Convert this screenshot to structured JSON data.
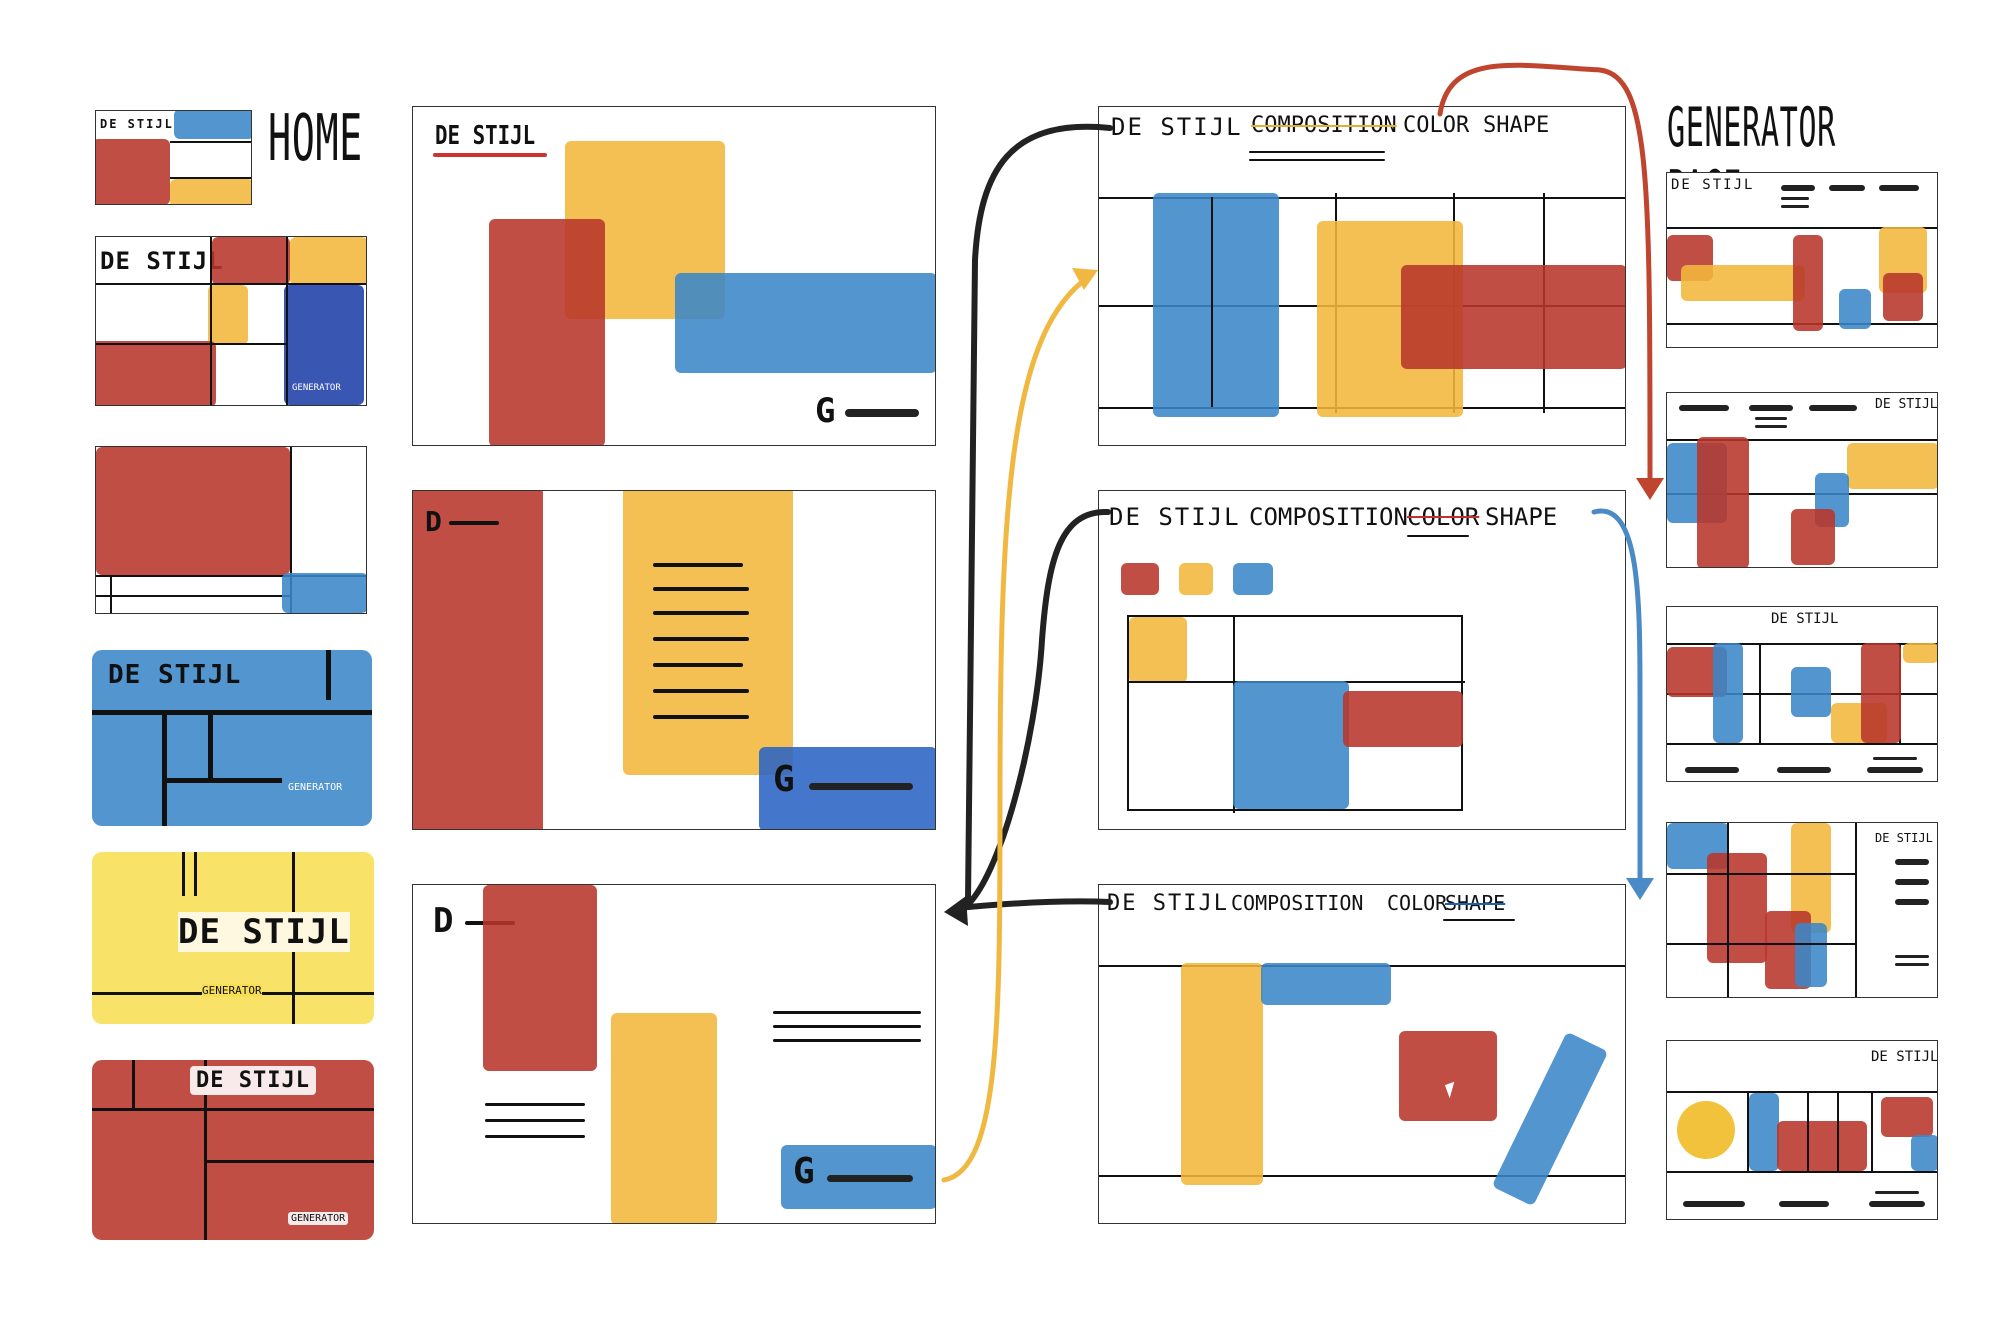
{
  "labels": {
    "home": "HOME",
    "generator_page": "GENERATOR PAGE",
    "de_stijl": "DE STIJL",
    "de_stijl_lower": "DE STIJL",
    "generator": "GENERATOR",
    "d": "D",
    "g": "G",
    "composition": "COMPOSITION",
    "color": "COLOR",
    "shape": "SHAPE"
  },
  "colors": {
    "red": "#b8362a",
    "yellow": "#f2b73c",
    "blue": "#3a86c8",
    "navy": "#1f3fa8",
    "arrow_black": "#222222",
    "arrow_yellow": "#f0b840",
    "arrow_red": "#c0452f",
    "arrow_blue": "#4a8ac6"
  },
  "icons": [
    "cursor-icon"
  ]
}
